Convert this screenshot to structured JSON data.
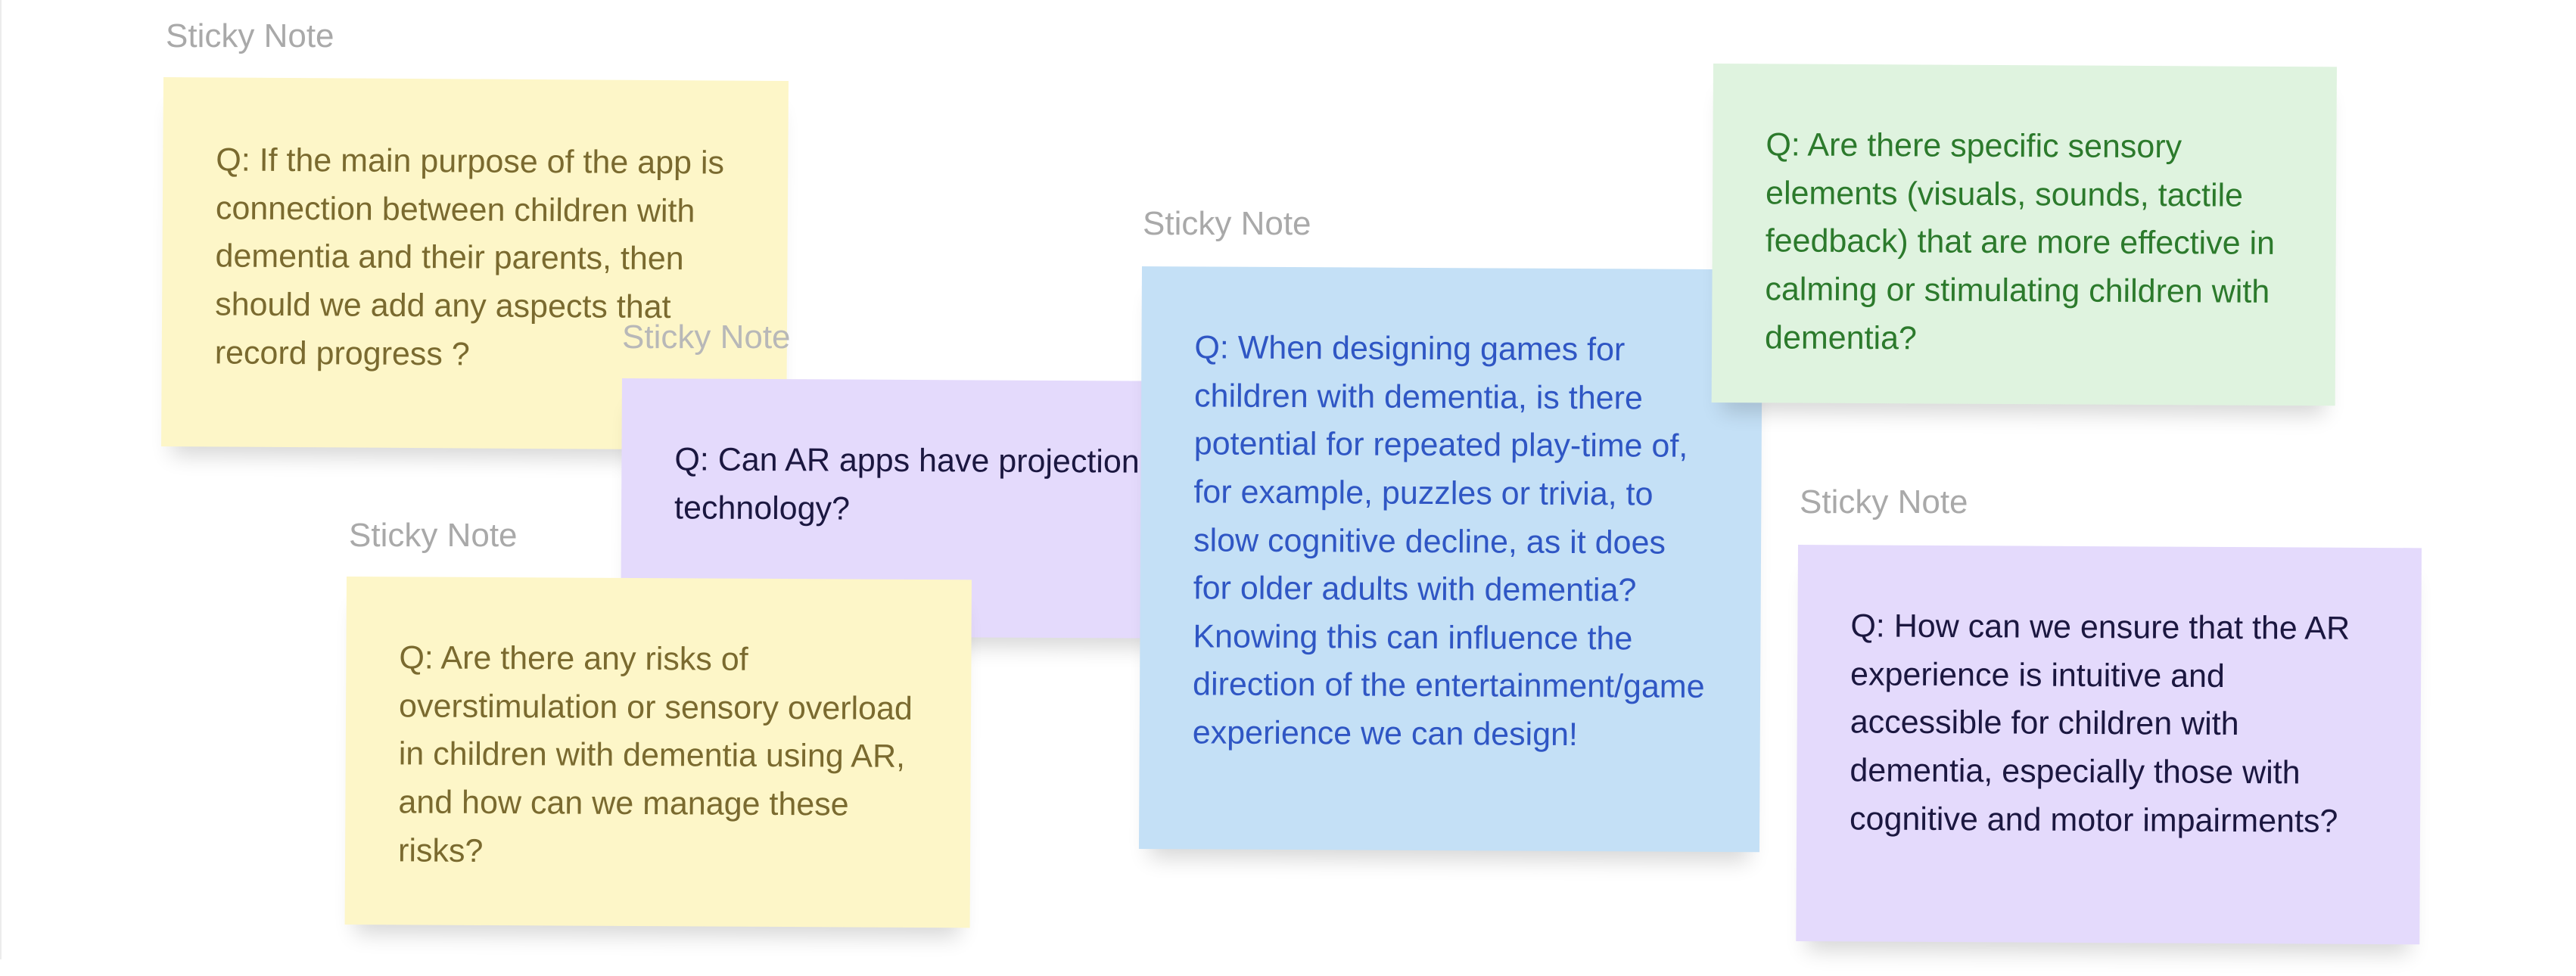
{
  "notes": [
    {
      "label": "Sticky Note",
      "text": "Q: If the main purpose of the app is connection between children with dementia and their parents, then should we add any aspects that record progress ?"
    },
    {
      "label": "Sticky Note",
      "text": "Q: Can AR apps  have projection technology?"
    },
    {
      "label": "Sticky Note",
      "text": "Q: Are there any risks of overstimulation or sensory overload in children with dementia using AR, and how can we manage these risks?"
    },
    {
      "label": "Sticky Note",
      "text": "Q: When designing games for children with dementia, is there potential for repeated play-time of, for example, puzzles or trivia, to slow cognitive decline, as it does for older adults with dementia? Knowing this can influence the direction of the entertainment/game experience we can design!"
    },
    {
      "label": "Sticky Note",
      "text": "Q: Are there specific sensory elements (visuals, sounds, tactile feedback) that are more effective in calming or stimulating children with dementia?"
    },
    {
      "label": "Sticky Note",
      "text": "Q: How can we ensure that the AR experience is intuitive and accessible for children with dementia, especially those with cognitive and motor impairments?"
    }
  ]
}
